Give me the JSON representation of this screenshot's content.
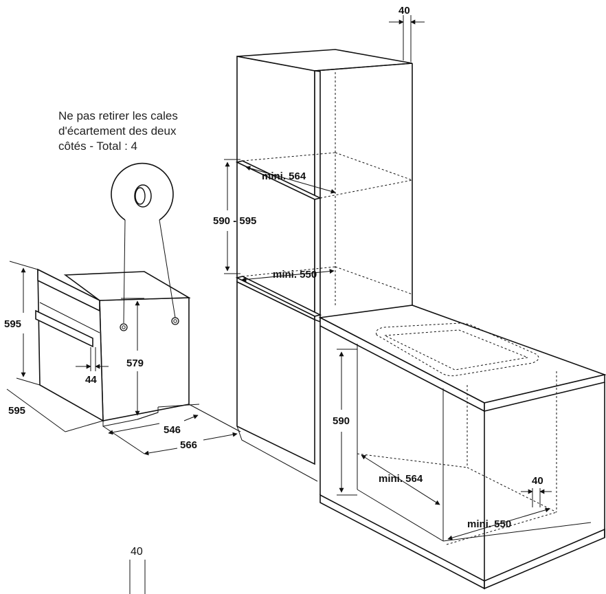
{
  "note": {
    "lines": [
      "Ne pas retirer les cales",
      "d'écartement des deux",
      "côtés - Total : 4"
    ]
  },
  "oven": {
    "height": "595",
    "width": "595",
    "depth_body": "546",
    "depth_total": "566",
    "inner_height": "579",
    "door_gap": "44"
  },
  "column_cabinet": {
    "top_gap": "40",
    "niche_height": "590 - 595",
    "top_depth": "mini. 564",
    "bottom_depth": "mini. 550"
  },
  "under_counter": {
    "niche_height": "590",
    "depth_min": "mini. 564",
    "width_min": "mini. 550",
    "rear_gap": "40"
  },
  "bottom_partial": {
    "gap": "40"
  }
}
